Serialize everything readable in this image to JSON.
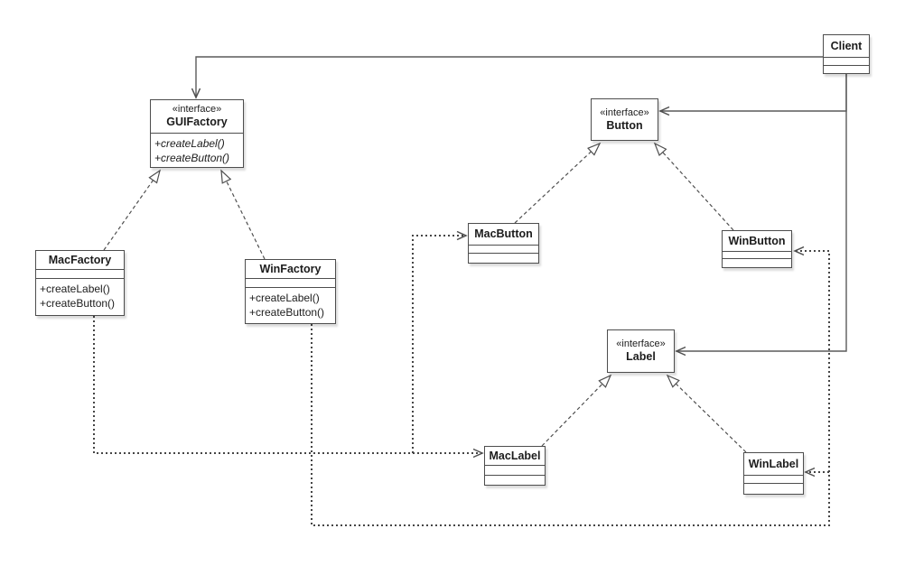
{
  "diagram": {
    "kind": "uml-class-diagram",
    "pattern": "Abstract Factory",
    "background_color": "#ffffff",
    "stroke_color": "#4d4d4d",
    "box_fill_color": "#ffffff",
    "text_color": "#1c1c1c"
  },
  "classes": {
    "client": {
      "name": "Client"
    },
    "guifactory": {
      "stereotype": "«interface»",
      "name": "GUIFactory",
      "methods": [
        "+createLabel()",
        "+createButton()"
      ]
    },
    "macfactory": {
      "name": "MacFactory",
      "methods": [
        "+createLabel()",
        "+createButton()"
      ]
    },
    "winfactory": {
      "name": "WinFactory",
      "methods": [
        "+createLabel()",
        "+createButton()"
      ]
    },
    "button_if": {
      "stereotype": "«interface»",
      "name": "Button"
    },
    "label_if": {
      "stereotype": "«interface»",
      "name": "Label"
    },
    "macbutton": {
      "name": "MacButton"
    },
    "winbutton": {
      "name": "WinButton"
    },
    "maclabel": {
      "name": "MacLabel"
    },
    "winlabel": {
      "name": "WinLabel"
    }
  },
  "relationships": [
    {
      "from": "Client",
      "to": "GUIFactory",
      "type": "association-solid-open-arrow"
    },
    {
      "from": "Client",
      "to": "Button",
      "type": "association-solid-open-arrow"
    },
    {
      "from": "Client",
      "to": "Label",
      "type": "association-solid-open-arrow"
    },
    {
      "from": "MacFactory",
      "to": "GUIFactory",
      "type": "realization-dashed-hollow-triangle"
    },
    {
      "from": "WinFactory",
      "to": "GUIFactory",
      "type": "realization-dashed-hollow-triangle"
    },
    {
      "from": "MacButton",
      "to": "Button",
      "type": "realization-dashed-hollow-triangle"
    },
    {
      "from": "WinButton",
      "to": "Button",
      "type": "realization-dashed-hollow-triangle"
    },
    {
      "from": "MacLabel",
      "to": "Label",
      "type": "realization-dashed-hollow-triangle"
    },
    {
      "from": "WinLabel",
      "to": "Label",
      "type": "realization-dashed-hollow-triangle"
    },
    {
      "from": "MacFactory",
      "to": "MacButton",
      "type": "dependency-dotted-open-arrow"
    },
    {
      "from": "MacFactory",
      "to": "MacLabel",
      "type": "dependency-dotted-open-arrow"
    },
    {
      "from": "WinFactory",
      "to": "WinButton",
      "type": "dependency-dotted-open-arrow"
    },
    {
      "from": "WinFactory",
      "to": "WinLabel",
      "type": "dependency-dotted-open-arrow"
    }
  ]
}
